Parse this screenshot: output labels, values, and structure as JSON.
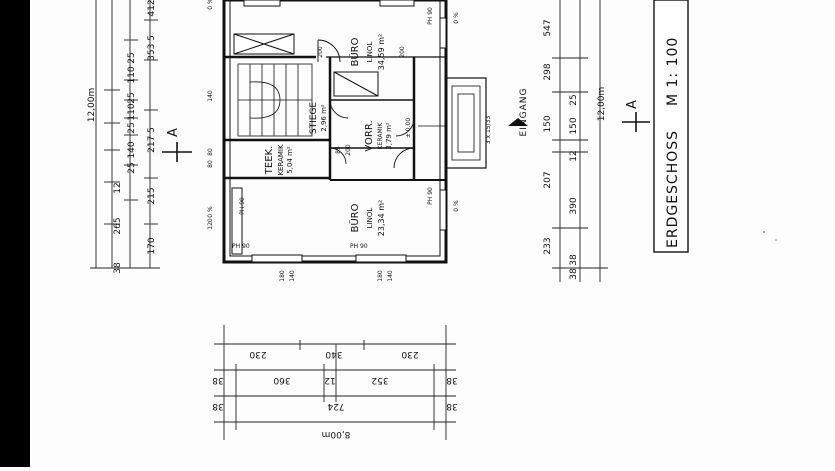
{
  "title_block": {
    "title": "ERDGESCHOSS",
    "scale": "M 1: 100"
  },
  "section_marker": "A",
  "entrance": {
    "label": "EINGANG",
    "steps": "3 x 15/33"
  },
  "rooms": [
    {
      "name": "BÜRO",
      "floor": "LINOL",
      "area": "34,59 m²"
    },
    {
      "name": "STIEGE",
      "floor": "",
      "area": "2,96 m²"
    },
    {
      "name": "VORR.",
      "floor": "KERAMIK",
      "area": "3,79 m²"
    },
    {
      "name": "TEEK.",
      "floor": "KERAMIK",
      "area": "5,04 m²"
    },
    {
      "name": "BÜRO",
      "floor": "LINOL",
      "area": "23,34 m²"
    }
  ],
  "level_marks": [
    "± 0.00",
    "PH 90",
    "PH 90",
    "PH 90",
    "PH 90",
    "PH 90",
    "0 %",
    "0 %",
    "0 %",
    "0 %"
  ],
  "left_dimensions": {
    "overall": "12,00m",
    "chain_outer": [
      "412",
      "353 5",
      "217 5",
      "215",
      "170"
    ],
    "chain_inner": [
      "25",
      "110",
      "25",
      "110",
      "25",
      "140",
      "25",
      "12",
      "265",
      "38"
    ]
  },
  "right_dimensions": {
    "overall": "12,00m",
    "chain_outer": [
      "547",
      "298",
      "150",
      "207",
      "233",
      "38"
    ],
    "chain_inner": [
      "25",
      "150",
      "12",
      "390",
      "38"
    ]
  },
  "bottom_dimensions": {
    "overall": "8,00m",
    "row1": [
      "230",
      "340",
      "230"
    ],
    "row2": [
      "38",
      "360",
      "12",
      "352",
      "38"
    ],
    "row3": [
      "38",
      "724",
      "38"
    ]
  },
  "opening_labels": [
    "180",
    "140",
    "180",
    "140",
    "200",
    "200",
    "80",
    "80",
    "120",
    "140",
    "85",
    "200"
  ]
}
